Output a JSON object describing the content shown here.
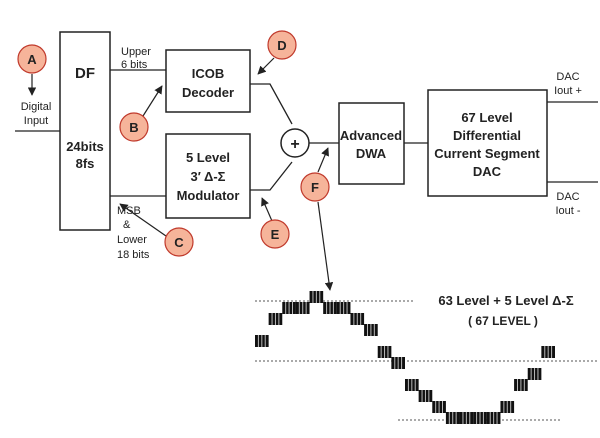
{
  "callouts": {
    "a": "A",
    "b": "B",
    "c": "C",
    "d": "D",
    "e": "E",
    "f": "F"
  },
  "input": {
    "line1": "Digital",
    "line2": "Input"
  },
  "df_block": {
    "title": "DF",
    "line1": "24bits",
    "line2": "8fs"
  },
  "upper_bits": {
    "line1": "Upper",
    "line2": "6 bits"
  },
  "lower_bits": {
    "line1": "MSB",
    "line2": "&",
    "line3": "Lower",
    "line4": "18 bits"
  },
  "icob": {
    "line1": "ICOB",
    "line2": "Decoder"
  },
  "modulator": {
    "line1": "5 Level",
    "line2": "3′ Δ-Σ",
    "line3": "Modulator"
  },
  "summer": {
    "symbol": "+"
  },
  "dwa": {
    "line1": "Advanced",
    "line2": "DWA"
  },
  "dac_block": {
    "line1": "67 Level",
    "line2": "Differential",
    "line3": "Current Segment",
    "line4": "DAC"
  },
  "outputs": {
    "plus": {
      "line1": "DAC",
      "line2": "Iout +"
    },
    "minus": {
      "line1": "DAC",
      "line2": "Iout -"
    }
  },
  "waveform": {
    "title": "63 Level + 5 Level Δ-Σ",
    "subtitle": "( 67 LEVEL )"
  },
  "colors": {
    "callout_fill": "#f6b49a",
    "callout_stroke": "#c0392b",
    "line": "#222222"
  }
}
